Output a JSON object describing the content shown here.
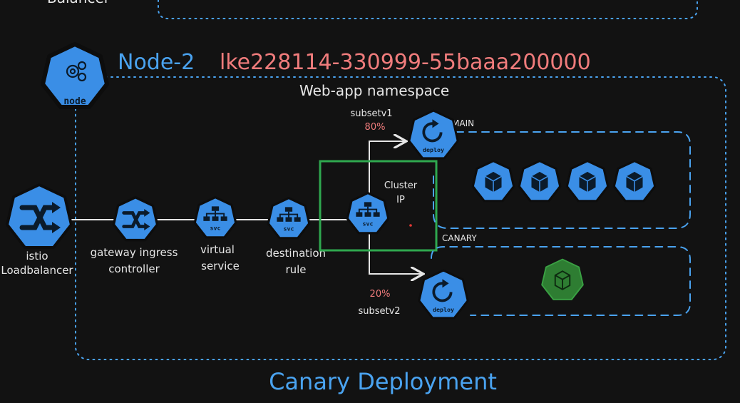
{
  "top_partial_label": "Balancer",
  "node": {
    "icon_label": "node",
    "title": "Node-2",
    "id": "lke228114-330999-55baaa200000"
  },
  "namespace_label": "Web-app namespace",
  "components": {
    "istio_lb": {
      "line1": "istio",
      "line2": "Loadbalancer",
      "icon": "shuffle-icon"
    },
    "gateway": {
      "line1": "gateway ingress",
      "line2": "controller",
      "icon": "shuffle-icon"
    },
    "virtual_service": {
      "line1": "virtual",
      "line2": "service",
      "icon_label": "svc",
      "icon": "network-icon"
    },
    "destination_rule": {
      "line1": "destination",
      "line2": "rule",
      "icon_label": "svc",
      "icon": "network-icon"
    },
    "cluster_ip_svc": {
      "icon_label": "svc",
      "icon": "network-icon"
    }
  },
  "cluster_ip": {
    "line1": "Cluster",
    "line2": "IP"
  },
  "subsets": {
    "v1": {
      "name": "subsetv1",
      "pct": "80%",
      "deploy_label": "deploy"
    },
    "v2": {
      "name": "subsetv2",
      "pct": "20%",
      "deploy_label": "deploy"
    }
  },
  "groups": {
    "main": {
      "label": "MAIN",
      "pod_count": 4
    },
    "canary": {
      "label": "CANARY",
      "pod_count": 1
    }
  },
  "bottom_title": "Canary Deployment",
  "colors": {
    "background": "#121212",
    "k8s_blue": "#3a8ee6",
    "dash_blue": "#4aa3f0",
    "red_text": "#f07c7c",
    "highlight_green": "#2fa84f",
    "canary_green": "#2e7d32"
  }
}
